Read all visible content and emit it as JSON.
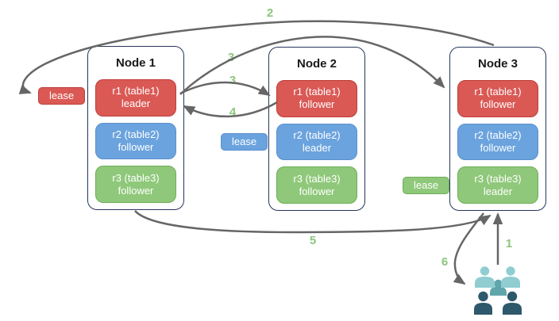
{
  "nodes": [
    {
      "title": "Node 1",
      "replicas": [
        {
          "name": "r1 (table1)",
          "role": "leader",
          "color": "red"
        },
        {
          "name": "r2 (table2)",
          "role": "follower",
          "color": "blue"
        },
        {
          "name": "r3 (table3)",
          "role": "follower",
          "color": "green"
        }
      ]
    },
    {
      "title": "Node 2",
      "replicas": [
        {
          "name": "r1 (table1)",
          "role": "follower",
          "color": "red"
        },
        {
          "name": "r2 (table2)",
          "role": "leader",
          "color": "blue"
        },
        {
          "name": "r3 (table3)",
          "role": "follower",
          "color": "green"
        }
      ]
    },
    {
      "title": "Node 3",
      "replicas": [
        {
          "name": "r1 (table1)",
          "role": "follower",
          "color": "red"
        },
        {
          "name": "r2 (table2)",
          "role": "follower",
          "color": "blue"
        },
        {
          "name": "r3 (table3)",
          "role": "leader",
          "color": "green"
        }
      ]
    }
  ],
  "leases": [
    {
      "label": "lease",
      "color": "red"
    },
    {
      "label": "lease",
      "color": "blue"
    },
    {
      "label": "lease",
      "color": "green"
    }
  ],
  "steps": [
    {
      "n": "2"
    },
    {
      "n": "3"
    },
    {
      "n": "3"
    },
    {
      "n": "4"
    },
    {
      "n": "5"
    },
    {
      "n": "1"
    },
    {
      "n": "6"
    }
  ],
  "icons": {
    "clients": "people-group-icon"
  },
  "colors": {
    "replica_red": "#da5955",
    "replica_blue": "#6ba3de",
    "replica_green": "#8fc87a",
    "node_border": "#26365c",
    "arrow": "#666666",
    "step_label": "#8cc57c",
    "people_light": "#8fcdd1",
    "people_mid": "#60a5ac",
    "people_dark": "#2e586b"
  }
}
